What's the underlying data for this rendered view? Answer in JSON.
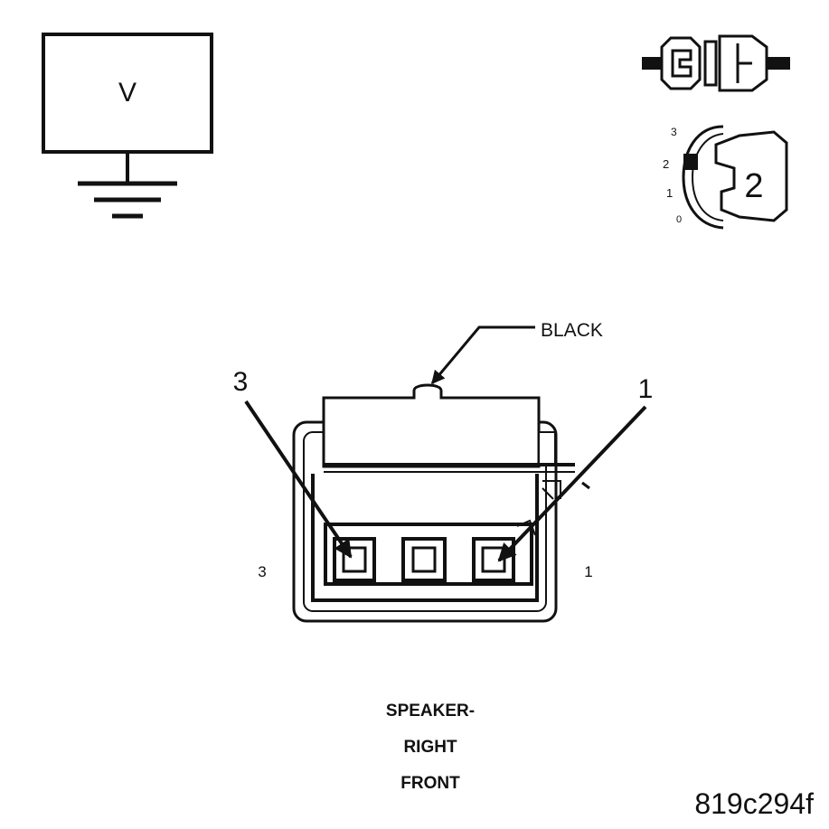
{
  "voltmeter": {
    "symbol": "V"
  },
  "ignition": {
    "scale": [
      "3",
      "2",
      "1",
      "0"
    ],
    "position": "2"
  },
  "connector": {
    "color_callout": "BLACK",
    "callouts": {
      "left": "3",
      "right": "1"
    },
    "pin_labels": {
      "left": "3",
      "right": "1"
    }
  },
  "component": {
    "line1": "SPEAKER-",
    "line2": "RIGHT",
    "line3": "FRONT"
  },
  "figure_id": "819c294f"
}
